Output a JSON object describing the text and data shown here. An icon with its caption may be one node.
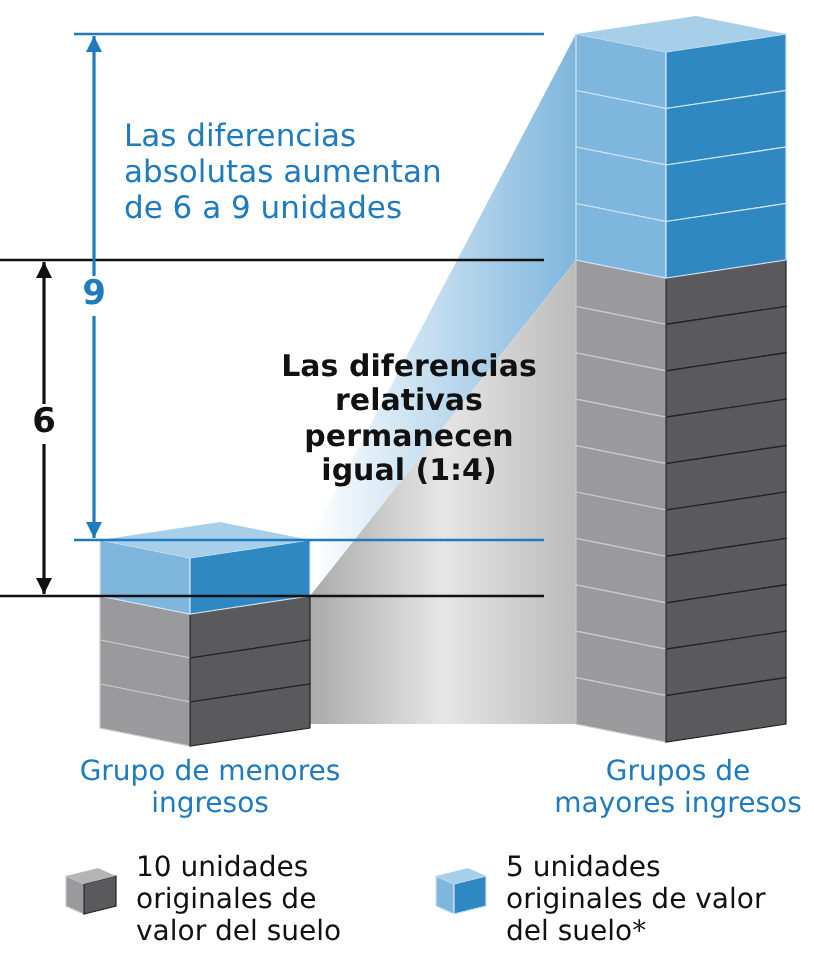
{
  "diagram": {
    "labels": [
      "Las diferencias absolutas aumentan de 6 a 9 unidades",
      "9",
      "6",
      "Las diferencias relativas permanecen igual (1:4)",
      "Grupo de menores ingresos",
      "Grupos de mayores ingresos"
    ],
    "legend": [
      {
        "text": "10 unidades originales de valor del suelo"
      },
      {
        "text": "5 unidades originales de valor del suelo*"
      }
    ]
  }
}
